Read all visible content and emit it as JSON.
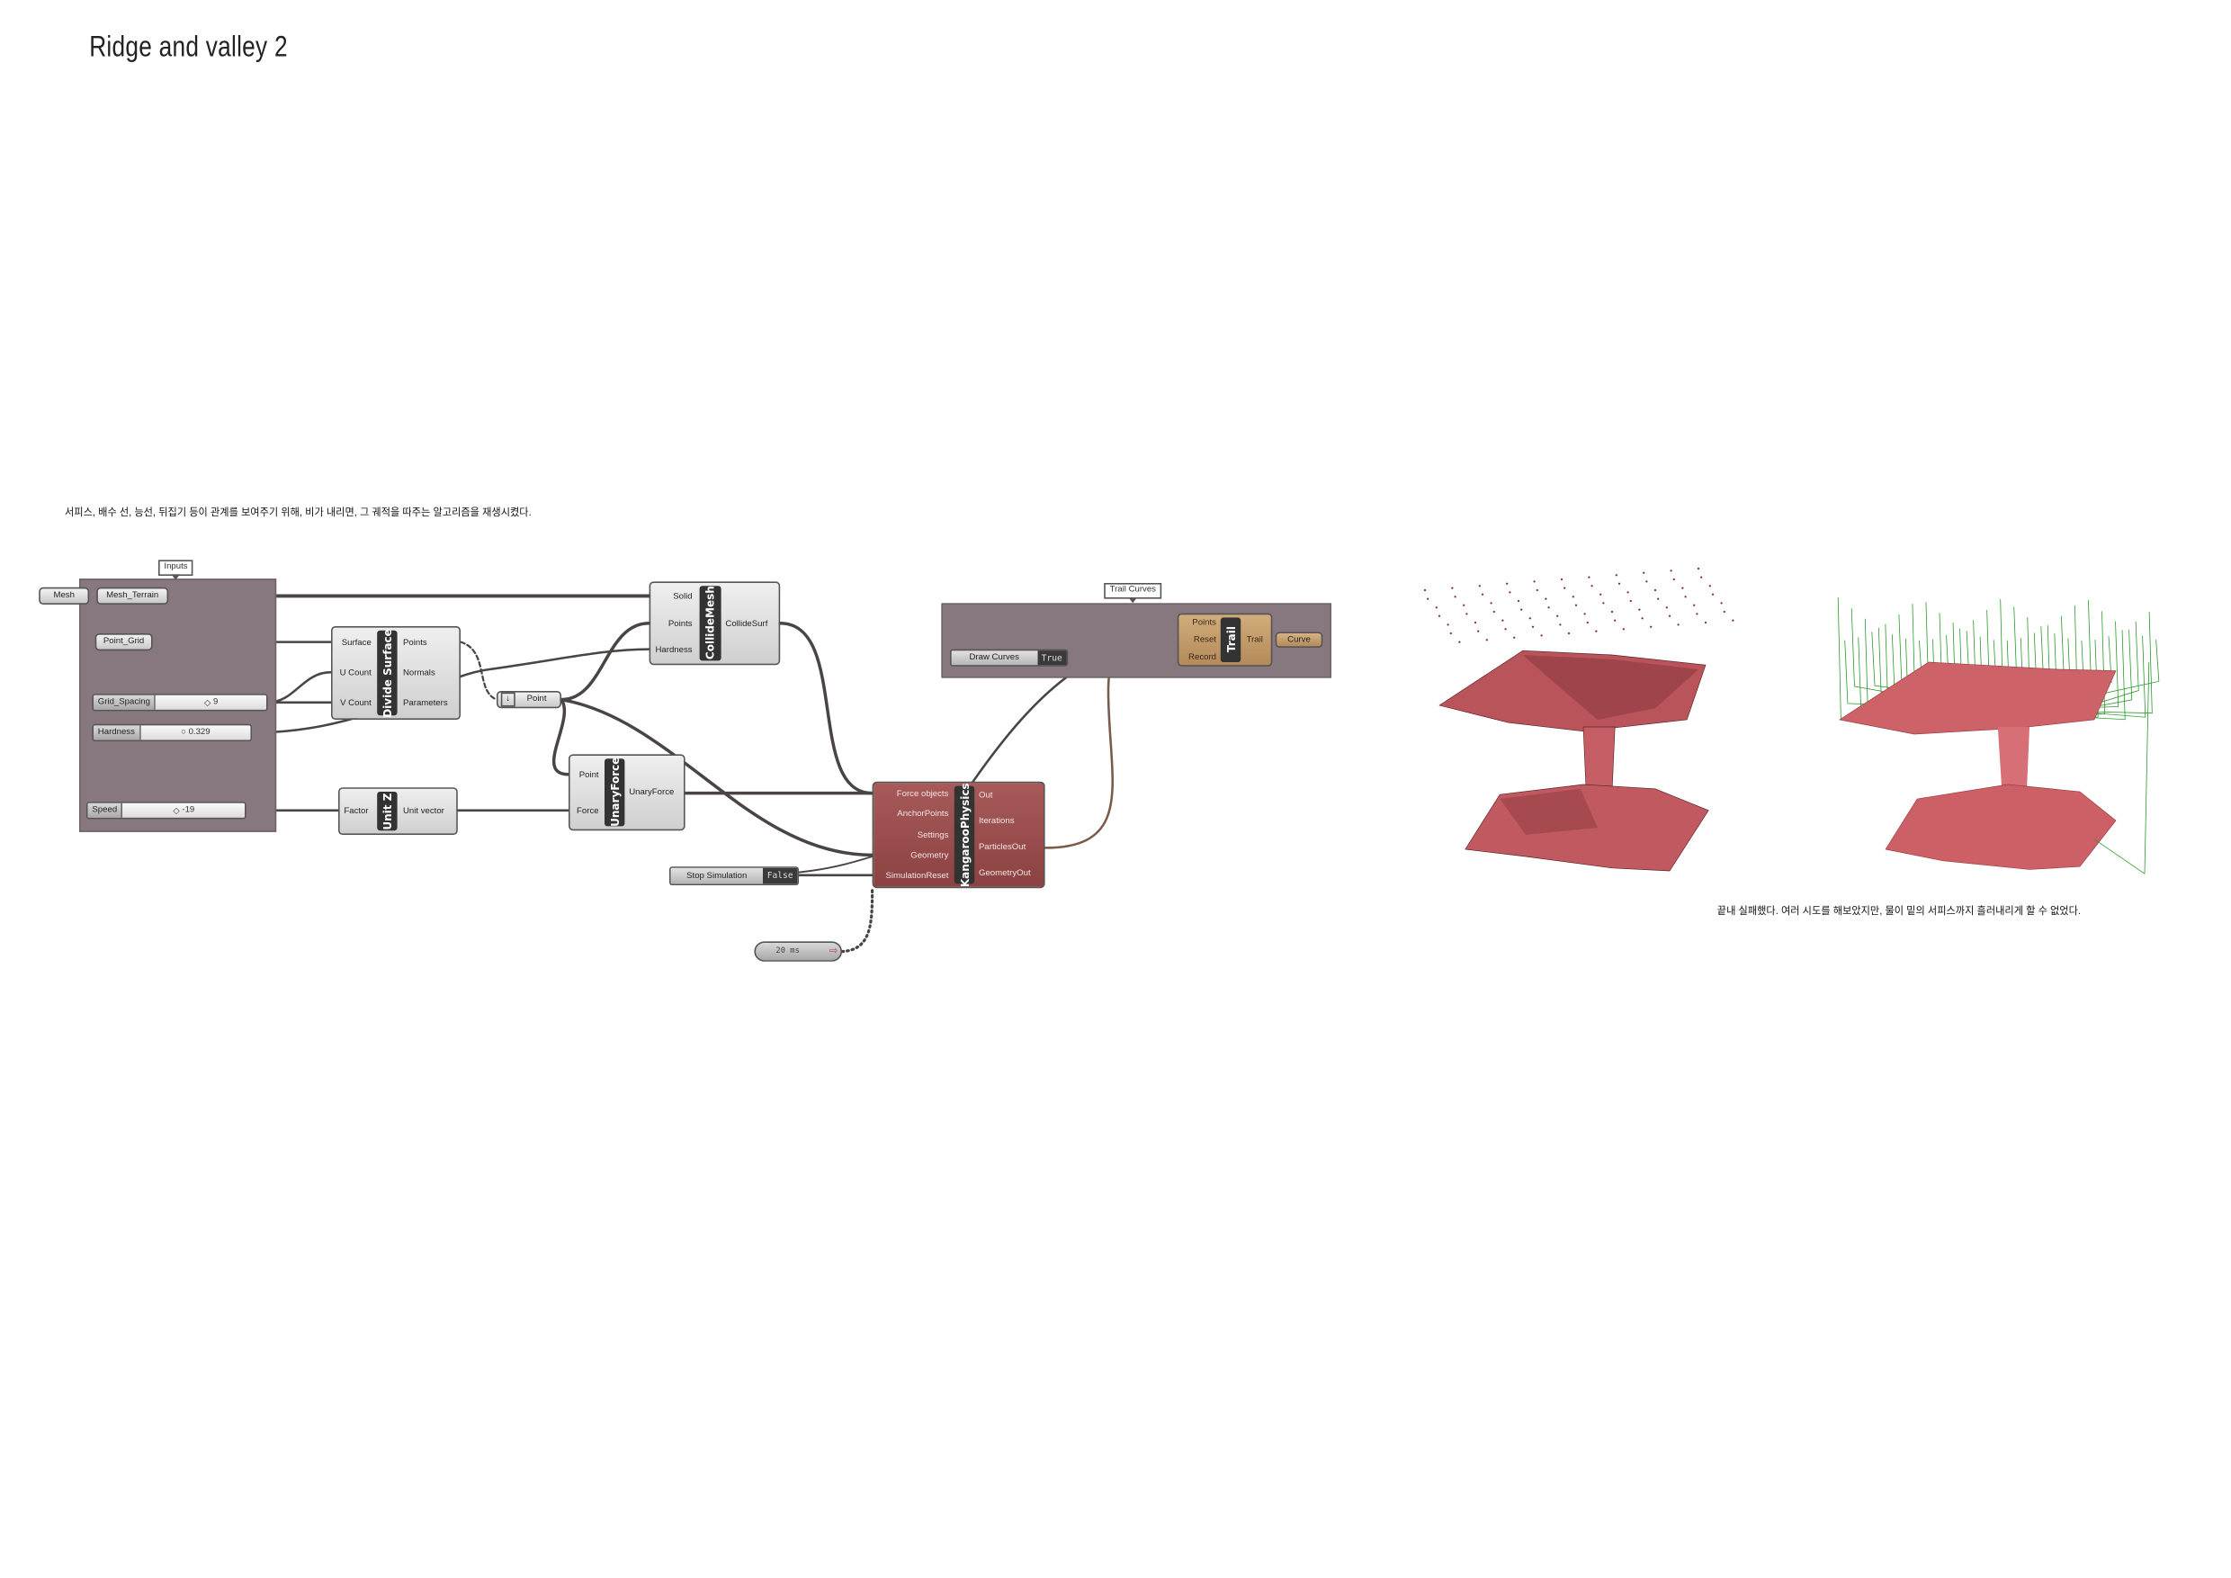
{
  "title": "Ridge and valley 2",
  "description": "서피스, 배수 선, 능선, 뒤집기 등이 관계를 보여주기 위해,  비가 내리면, 그 궤적을 따주는 알고리즘을 재생시켰다.",
  "conclusion": "끝내 실패했다. 여러 시도를 해보았지만, 물이 밑의 서피스까지 흘러내리게 할 수 없었다.",
  "colors": {
    "group": "#877880",
    "kangaroo": "#9c4c4c",
    "trail": "#c09a6a",
    "wire": "#4a4444",
    "mesh": "#c0545a",
    "trail_curves": "#2a9a2a"
  },
  "canvas": {
    "inputs_group": {
      "label": "Inputs",
      "mesh_param": "Mesh",
      "mesh_terrain": "Mesh_Terrain",
      "point_grid": "Point_Grid",
      "grid_spacing": {
        "label": "Grid_Spacing",
        "value": "9"
      },
      "hardness": {
        "label": "Hardness",
        "value": "0.329"
      },
      "speed": {
        "label": "Speed",
        "value": "-19"
      }
    },
    "divide_surface": {
      "name": "Divide Surface",
      "inputs": [
        "Surface",
        "U Count",
        "V Count"
      ],
      "outputs": [
        "Points",
        "Normals",
        "Parameters"
      ]
    },
    "point_param": {
      "label": "Point",
      "icon": "arrow-down-icon"
    },
    "unit_z": {
      "name": "Unit Z",
      "inputs": [
        "Factor"
      ],
      "outputs": [
        "Unit vector"
      ]
    },
    "collide_mesh": {
      "name": "CollideMesh",
      "inputs": [
        "Solid",
        "Points",
        "Hardness"
      ],
      "outputs": [
        "CollideSurf"
      ]
    },
    "unary_force": {
      "name": "UnaryForce",
      "inputs": [
        "Point",
        "Force"
      ],
      "outputs": [
        "UnaryForce"
      ]
    },
    "kangaroo": {
      "name": "KangarooPhysics",
      "inputs": [
        "Force objects",
        "AnchorPoints",
        "Settings",
        "Geometry",
        "SimulationReset"
      ],
      "outputs": [
        "Out",
        "Iterations",
        "ParticlesOut",
        "GeometryOut"
      ]
    },
    "stop_simulation": {
      "label": "Stop Simulation",
      "value": "False"
    },
    "timer": {
      "label": "20 ms"
    },
    "trail_group": {
      "label": "Trail Curves",
      "draw_curves": {
        "label": "Draw Curves",
        "value": "True"
      },
      "trail": {
        "name": "Trail",
        "inputs": [
          "Points",
          "Reset",
          "Record"
        ],
        "outputs": [
          "Trail"
        ]
      },
      "curve_param": "Curve"
    }
  }
}
